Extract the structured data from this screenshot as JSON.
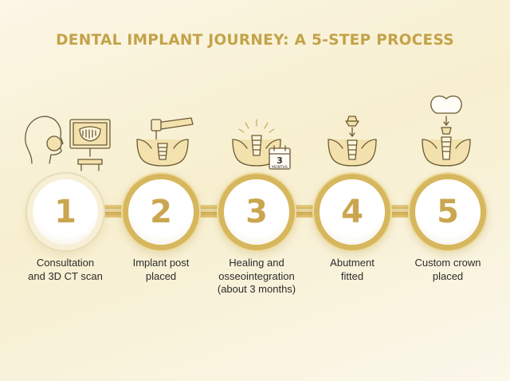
{
  "title": "DENTAL IMPLANT JOURNEY: A 5-STEP PROCESS",
  "colors": {
    "gold": "#c3a349",
    "ring": "#d7b75e",
    "icon_fill": "#f3e2ad",
    "icon_stroke": "#6b5a34"
  },
  "steps": [
    {
      "number": "1",
      "label_lines": [
        "Consultation",
        "and 3D CT scan"
      ],
      "icon": "ct-scan-icon"
    },
    {
      "number": "2",
      "label_lines": [
        "Implant post",
        "placed"
      ],
      "icon": "drill-implant-icon"
    },
    {
      "number": "3",
      "label_lines": [
        "Healing and",
        "osseointegration",
        "(about 3 months)"
      ],
      "icon": "healing-calendar-icon",
      "calendar_text": [
        "3",
        "MONTHS"
      ]
    },
    {
      "number": "4",
      "label_lines": [
        "Abutment",
        "fitted"
      ],
      "icon": "abutment-icon"
    },
    {
      "number": "5",
      "label_lines": [
        "Custom crown",
        "placed"
      ],
      "icon": "crown-icon"
    }
  ]
}
